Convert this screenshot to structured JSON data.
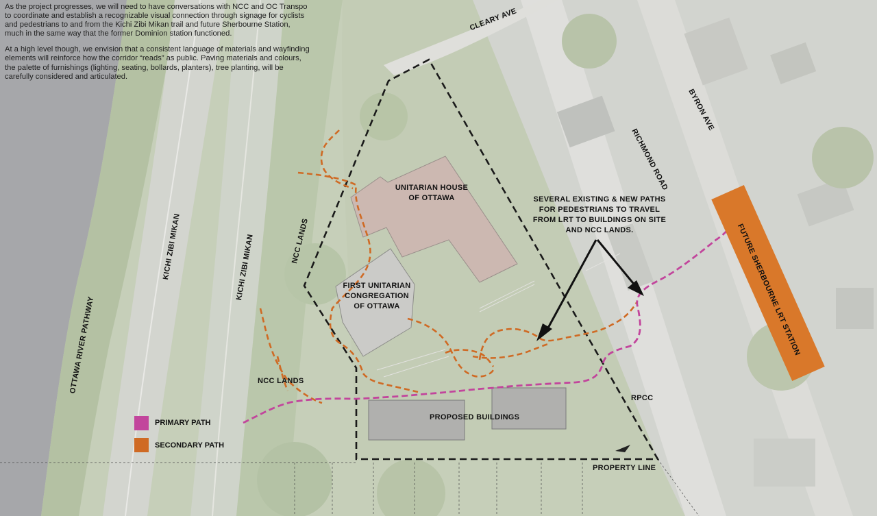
{
  "intro": {
    "paragraph1": "As the project progresses, we will need to have conversations with NCC and OC Transpo to coordinate and establish a recognizable visual connection through signage for cyclists and pedestrians to and from the Kichi Zibi Mikan trail and future Sherbourne Station, much in the same way that the former Dominion station functioned.",
    "paragraph2": "At a high level though, we envision that a consistent language of materials and wayfinding elements will reinforce how the corridor “reads” as public. Paving materials and colours, the palette of furnishings (lighting, seating, bollards, planters), tree planting, will be carefully considered and articulated."
  },
  "labels": {
    "cleary_ave": "CLEARY AVE",
    "byron_ave": "BYRON AVE",
    "richmond_road": "RICHMOND ROAD",
    "unitarian_house": "UNITARIAN HOUSE OF OTTAWA",
    "first_unitarian": "FIRST UNITARIAN CONGREGATION OF OTTAWA",
    "ncc_lands_upper": "NCC LANDS",
    "ncc_lands_lower": "NCC LANDS",
    "kichi_zibi_1": "KICHI ZIBI MIKAN",
    "kichi_zibi_2": "KICHI ZIBI MIKAN",
    "ottawa_river_pathway": "OTTAWA RIVER PATHWAY",
    "proposed_buildings": "PROPOSED BUILDINGS",
    "rpcc": "RPCC",
    "property_line": "PROPERTY LINE",
    "future_station": "FUTURE SHERBOURNE LRT STATION",
    "callout": "SEVERAL EXISTING & NEW PATHS FOR PEDESTRIANS TO TRAVEL FROM LRT TO BUILDINGS ON SITE AND NCC LANDS."
  },
  "legend": {
    "primary": {
      "label": "PRIMARY PATH",
      "color": "#c2459c"
    },
    "secondary": {
      "label": "SECONDARY PATH",
      "color": "#cf6a24"
    }
  },
  "colors": {
    "station": "#d9782a",
    "property_line": "#1a1a1a"
  }
}
